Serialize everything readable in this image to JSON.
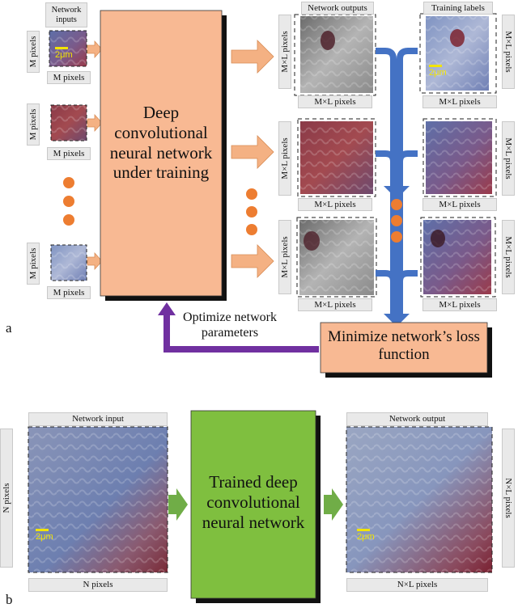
{
  "panel_a": {
    "letter": "a",
    "network_inputs_label": "Network inputs",
    "network_outputs_label": "Network outputs",
    "training_labels_label": "Training labels",
    "m_pixels_label": "M pixels",
    "mxl_pixels_label": "M×L pixels",
    "scale_bar": "2μm",
    "network_box_text": "Deep convolutional neural network under training",
    "optimize_text": "Optimize network parameters",
    "loss_box_text": "Minimize network’s loss function"
  },
  "panel_b": {
    "letter": "b",
    "network_input_label": "Network input",
    "network_output_label": "Network output",
    "n_pixels_label": "N pixels",
    "nxl_pixels_label": "N×L pixels",
    "scale_bar": "2μm",
    "network_box_text": "Trained deep convolutional neural network"
  },
  "colors": {
    "network_box_train": "#f8b993",
    "network_box_trained": "#7fbf3f",
    "feed_arrow": "#f4b183",
    "loss_arrow_blue": "#4472c4",
    "feedback_arrow_purple": "#7030a0",
    "dots_orange": "#ed7d31",
    "green_arrow": "#70ad47",
    "scale_bar_yellow": "#f2e400"
  }
}
